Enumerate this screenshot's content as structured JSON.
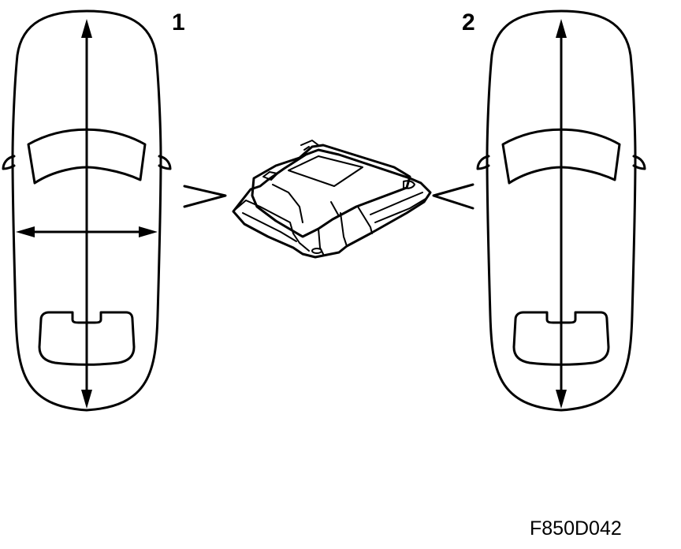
{
  "labels": {
    "left_number": "1",
    "right_number": "2",
    "figure_code": "F850D042"
  },
  "icons": {
    "left_car": "car-top-view-icon",
    "right_car": "car-top-view-icon",
    "control_module": "airbag-control-module-icon"
  },
  "colors": {
    "line": "#000000",
    "background": "#ffffff"
  }
}
